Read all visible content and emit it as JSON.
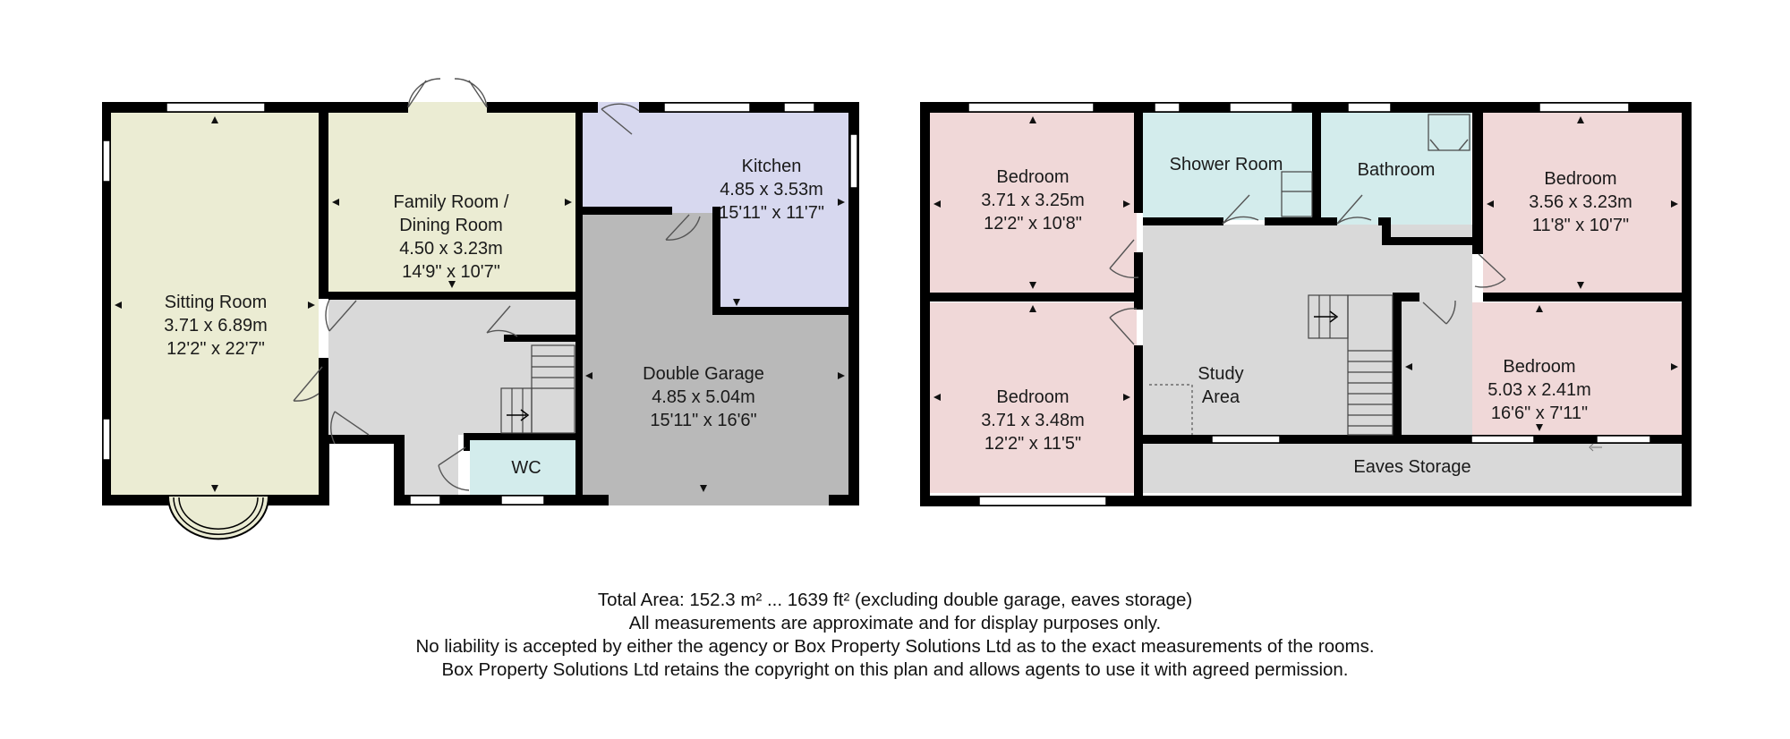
{
  "ground_floor": {
    "sitting_room": {
      "name": "Sitting Room",
      "metric": "3.71 x 6.89m",
      "imperial": "12'2\" x 22'7\""
    },
    "family_room": {
      "name_line1": "Family Room /",
      "name_line2": "Dining Room",
      "metric": "4.50 x 3.23m",
      "imperial": "14'9\" x 10'7\""
    },
    "kitchen": {
      "name": "Kitchen",
      "metric": "4.85 x 3.53m",
      "imperial": "15'11\" x 11'7\""
    },
    "garage": {
      "name": "Double Garage",
      "metric": "4.85 x 5.04m",
      "imperial": "15'11\" x 16'6\""
    },
    "wc": {
      "name": "WC"
    }
  },
  "first_floor": {
    "bedroom_1": {
      "name": "Bedroom",
      "metric": "3.71 x 3.25m",
      "imperial": "12'2\" x 10'8\""
    },
    "shower_room": {
      "name": "Shower Room"
    },
    "bathroom": {
      "name": "Bathroom"
    },
    "bedroom_2": {
      "name": "Bedroom",
      "metric": "3.56 x 3.23m",
      "imperial": "11'8\" x 10'7\""
    },
    "bedroom_3": {
      "name": "Bedroom",
      "metric": "3.71 x 3.48m",
      "imperial": "12'2\" x 11'5\""
    },
    "study": {
      "name_line1": "Study",
      "name_line2": "Area"
    },
    "bedroom_4": {
      "name": "Bedroom",
      "metric": "5.03 x 2.41m",
      "imperial": "16'6\" x 7'11\""
    },
    "eaves": {
      "name": "Eaves Storage"
    }
  },
  "disclaimer": {
    "line1": "Total Area: 152.3 m² ... 1639 ft² (excluding double garage, eaves storage)",
    "line2": "All measurements are approximate and for display purposes only.",
    "line3": "No liability is accepted by either the agency or Box Property Solutions Ltd as to the exact measurements of the rooms.",
    "line4": "Box Property Solutions Ltd retains the copyright on this plan and allows agents to use it with agreed permission."
  },
  "colors": {
    "sitting_room": "#ebecd3",
    "family_room": "#ebecd3",
    "kitchen": "#d7d8ef",
    "garage": "#b9b9b9",
    "hall": "#d9d9d9",
    "wc": "#d3ecec",
    "bedroom": "#f0d8d8",
    "shower": "#d3ecec",
    "landing": "#d9d9d9",
    "eaves": "#d9d9d9"
  }
}
